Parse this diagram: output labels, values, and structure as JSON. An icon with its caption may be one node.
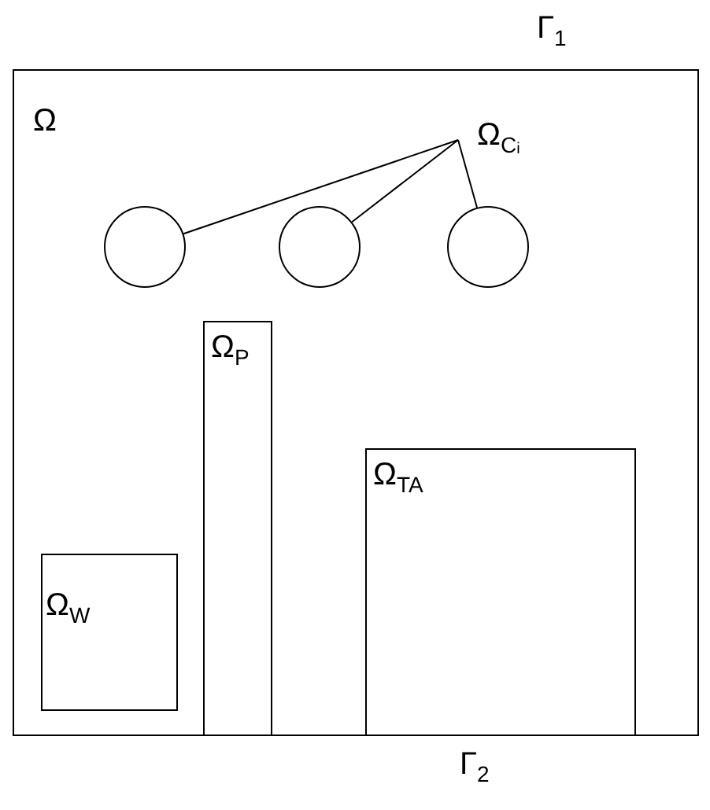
{
  "diagram": {
    "nodes": [
      {
        "text": [
          "Ω"
        ]
      },
      {
        "text": [
          "Ω$_{C}$$_{i}$"
        ],
        "in": 0
      },
      {
        "text": [],
        "shape": "circle",
        "in": 0
      },
      {
        "text": [],
        "shape": "circle",
        "in": 0
      },
      {
        "text": [],
        "shape": "circle",
        "in": 0
      },
      {
        "text": [
          "Ω$_{P}$"
        ],
        "in": 0
      },
      {
        "text": [
          "Ω$_{TA}$"
        ],
        "in": 0
      },
      {
        "text": [
          "Ω$_{W}$"
        ],
        "in": 0
      }
    ],
    "edges": [
      {
        "from": 1,
        "to": 2,
        "arrow": "none"
      },
      {
        "from": 1,
        "to": 3,
        "arrow": "none"
      },
      {
        "from": 1,
        "to": 4,
        "arrow": "none"
      }
    ],
    "labels": [
      "Γ$_{1}$",
      "Γ$_{2}$"
    ]
  }
}
